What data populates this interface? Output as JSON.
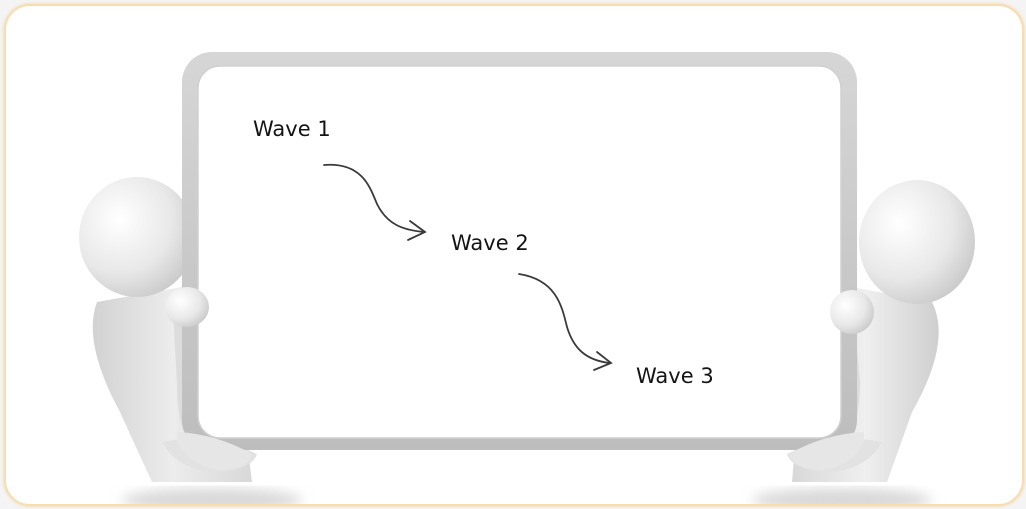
{
  "diagram": {
    "steps": [
      {
        "label": "Wave 1"
      },
      {
        "label": "Wave 2"
      },
      {
        "label": "Wave 3"
      }
    ],
    "connectors": [
      {
        "from": "Wave 1",
        "to": "Wave 2"
      },
      {
        "from": "Wave 2",
        "to": "Wave 3"
      }
    ]
  },
  "colors": {
    "frame_border": "#f6deb1",
    "board_border": "#c8c8c8",
    "figure": "#e4e4e4",
    "text": "#141414",
    "arrow": "#3a3a3a"
  },
  "icons": {
    "left_figure": "person-holding-board-icon",
    "right_figure": "person-holding-board-icon"
  }
}
